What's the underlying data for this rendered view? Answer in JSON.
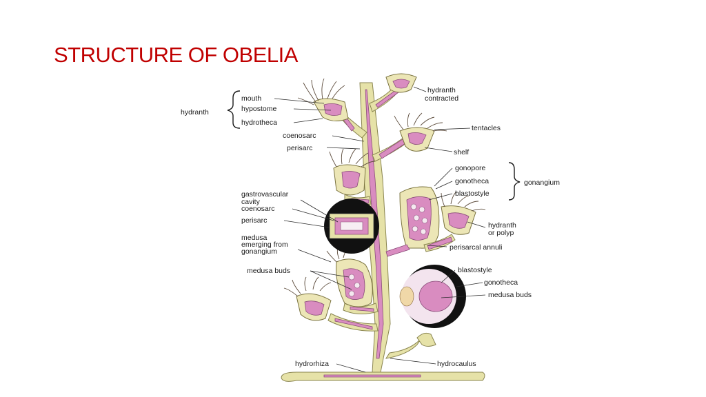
{
  "slide": {
    "title": "STRUCTURE OF OBELIA",
    "title_color": "#c00000"
  },
  "labels": {
    "hydranth_group": "hydranth",
    "mouth": "mouth",
    "hypostome": "hypostome",
    "hydrotheca": "hydrotheca",
    "coenosarc_top": "coenosarc",
    "perisarc_top": "perisarc",
    "hydranth_contracted_1": "hydranth",
    "hydranth_contracted_2": "contracted",
    "tentacles": "tentacles",
    "shelf": "shelf",
    "gonopore": "gonopore",
    "gonotheca_top": "gonotheca",
    "blastostyle_top": "blastostyle",
    "gonangium": "gonangium",
    "gastrovascular_1": "gastrovascular",
    "gastrovascular_2": "cavity",
    "coenosarc_mid": "coenosarc",
    "perisarc_mid": "perisarc",
    "medusa_emerging_1": "medusa",
    "medusa_emerging_2": "emerging from",
    "medusa_emerging_3": "gonangium",
    "medusa_buds_left": "medusa buds",
    "hydranth_polyp_1": "hydranth",
    "hydranth_polyp_2": "or polyp",
    "perisarcal_annuli": "perisarcal annuli",
    "blastostyle_bottom": "blastostyle",
    "gonotheca_bottom": "gonotheca",
    "medusa_buds_right": "medusa buds",
    "hydrorhiza": "hydrorhiza",
    "hydrocaulus": "hydrocaulus"
  },
  "colors": {
    "stem": "#e6e2a8",
    "coenosarc": "#d98cc0",
    "lens": "#111111"
  }
}
